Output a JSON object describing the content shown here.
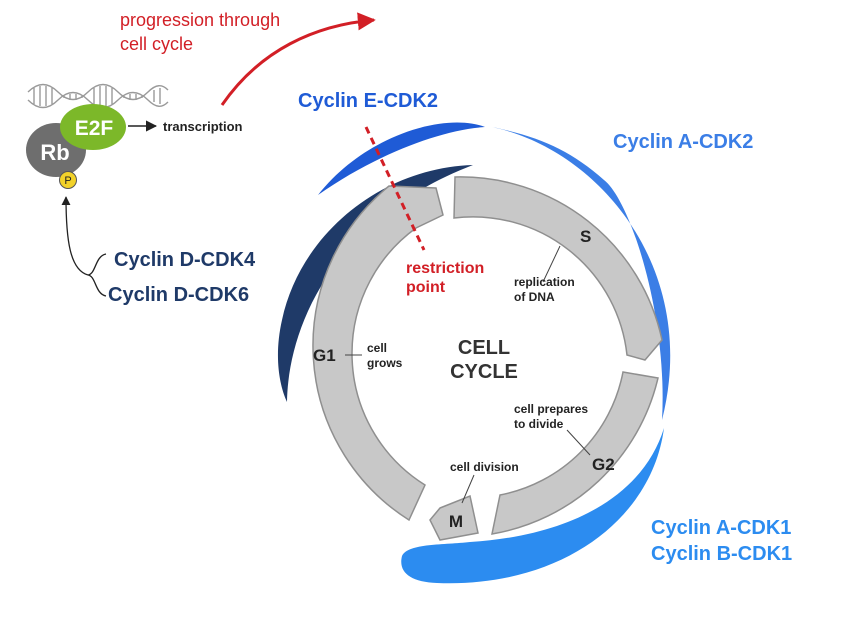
{
  "progression_label": {
    "line1": "progression through",
    "line2": "cell cycle"
  },
  "transcription_label": "transcription",
  "proteins": {
    "rb": "Rb",
    "e2f": "E2F",
    "phosphate": "P"
  },
  "cyclin_d": {
    "cdk4": "Cyclin D-CDK4",
    "cdk6": "Cyclin D-CDK6"
  },
  "cyclin_e": "Cyclin E-CDK2",
  "cyclin_a_cdk2": "Cyclin A-CDK2",
  "cyclin_a_cdk1": "Cyclin A-CDK1",
  "cyclin_b_cdk1": "Cyclin B-CDK1",
  "restriction_point": {
    "line1": "restriction",
    "line2": "point"
  },
  "center_title": {
    "line1": "CELL",
    "line2": "CYCLE"
  },
  "phases": {
    "g1": {
      "name": "G1",
      "desc1": "cell",
      "desc2": "grows"
    },
    "s": {
      "name": "S",
      "desc1": "replication",
      "desc2": "of DNA"
    },
    "g2": {
      "name": "G2",
      "desc1": "cell prepares",
      "desc2": "to divide"
    },
    "m": {
      "name": "M",
      "desc1": "cell division"
    }
  },
  "colors": {
    "cyclin_d": "#1f3a68",
    "cyclin_e": "#1f5bd6",
    "cyclin_a_cdk2": "#3b7ee6",
    "cyclin_ab_cdk1": "#2c8cf0",
    "restriction": "#d21f26",
    "progression": "#d21f26",
    "phase_fill": "#c8c8c8",
    "rb": "#6e6e6e",
    "e2f": "#7cb829",
    "phosphate": "#f2d22a"
  }
}
